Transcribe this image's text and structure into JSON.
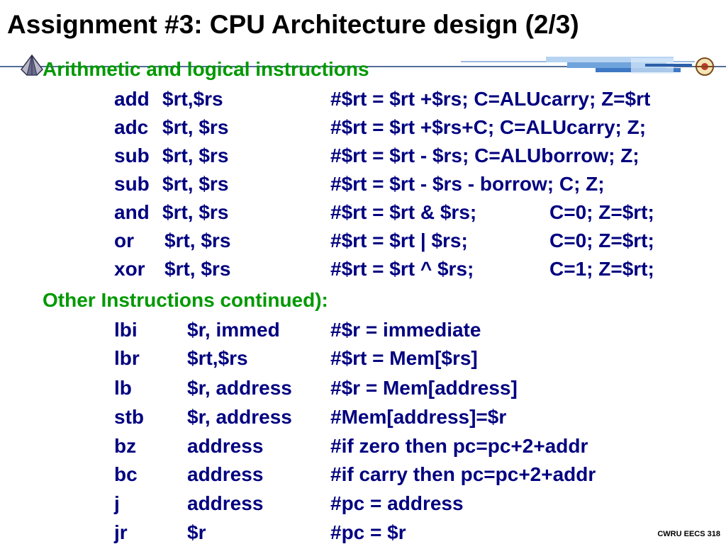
{
  "slide": {
    "title": "Assignment #3: CPU Architecture design (2/3)",
    "footer": "CWRU EECS 318",
    "colors": {
      "heading": "#009900",
      "code": "#000080",
      "title": "#000000"
    }
  },
  "sections": {
    "arith": {
      "heading": "Arithmetic and logical instructions",
      "rows": [
        {
          "op": "add",
          "args": "$rt,$rs",
          "comment": "#$rt = $rt +$rs; C=ALUcarry; Z=$rt",
          "flags": ""
        },
        {
          "op": "adc",
          "args": "$rt, $rs",
          "comment": "#$rt = $rt +$rs+C; C=ALUcarry; Z;",
          "flags": ""
        },
        {
          "op": "sub",
          "args": "$rt, $rs",
          "comment": "#$rt = $rt - $rs; C=ALUborrow; Z;",
          "flags": ""
        },
        {
          "op": "sub",
          "args": "$rt, $rs",
          "comment": "#$rt = $rt - $rs - borrow; C; Z;",
          "flags": ""
        },
        {
          "op": "and",
          "args": "$rt, $rs",
          "comment": "#$rt = $rt & $rs;",
          "flags": "C=0; Z=$rt;"
        },
        {
          "op": "or",
          "args": "$rt, $rs",
          "comment": "#$rt = $rt | $rs;",
          "flags": "C=0; Z=$rt;"
        },
        {
          "op": "xor",
          "args": "$rt, $rs",
          "comment": "#$rt = $rt ^ $rs;",
          "flags": "C=1; Z=$rt;"
        }
      ]
    },
    "other": {
      "heading": "Other Instructions continued):",
      "rows": [
        {
          "op": "lbi",
          "args": "$r, immed",
          "comment": "#$r = immediate"
        },
        {
          "op": "lbr",
          "args": "$rt,$rs",
          "comment": "#$rt = Mem[$rs]"
        },
        {
          "op": "lb",
          "args": "$r, address",
          "comment": "#$r = Mem[address]"
        },
        {
          "op": "stb",
          "args": "$r, address",
          "comment": "#Mem[address]=$r"
        },
        {
          "op": "bz",
          "args": "address",
          "comment": "#if zero then pc=pc+2+addr"
        },
        {
          "op": "bc",
          "args": "address",
          "comment": "#if carry then pc=pc+2+addr"
        },
        {
          "op": "j",
          "args": "address",
          "comment": "#pc = address"
        },
        {
          "op": "jr",
          "args": "$r",
          "comment": "#pc = $r"
        }
      ]
    }
  }
}
